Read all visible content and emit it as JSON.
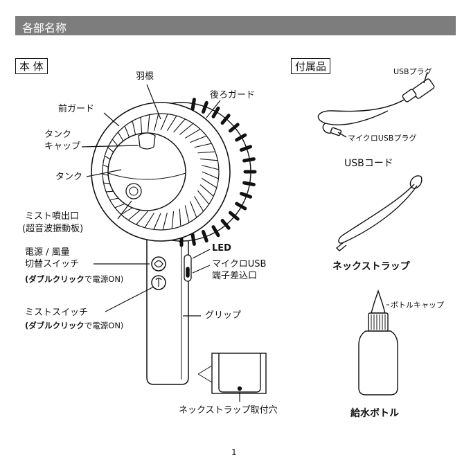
{
  "header": {
    "title": "各部名称"
  },
  "sections": {
    "main_body": "本 体",
    "accessories": "付属品"
  },
  "labels": {
    "blades": "羽根",
    "rear_guard": "後ろガード",
    "front_guard": "前ガード",
    "tank_cap_line1": "タンク",
    "tank_cap_line2": "キャップ",
    "tank": "タンク",
    "mist_outlet_line1": "ミスト噴出口",
    "mist_outlet_line2": "(超音波振動板)",
    "power_switch_line1": "電源 / 風量",
    "power_switch_line2": "切替スイッチ",
    "power_note_bold": "(ダブルクリック",
    "power_note_rest": "で電源ON)",
    "mist_switch": "ミストスイッチ",
    "mist_note_bold": "(ダブルクリック",
    "mist_note_rest": "で電源ON)",
    "led": "LED",
    "micro_usb_line1": "マイクロUSB",
    "micro_usb_line2": "端子差込口",
    "grip": "グリップ",
    "strap_hole": "ネックストラップ取付穴"
  },
  "accessories": {
    "usb_plug": "USBプラグ",
    "micro_usb_plug": "マイクロUSBプラグ",
    "usb_cord": "USBコード",
    "neck_strap": "ネックストラップ",
    "bottle_cap": "ボトルキャップ",
    "water_bottle": "給水ボトル"
  },
  "page_number": "1"
}
